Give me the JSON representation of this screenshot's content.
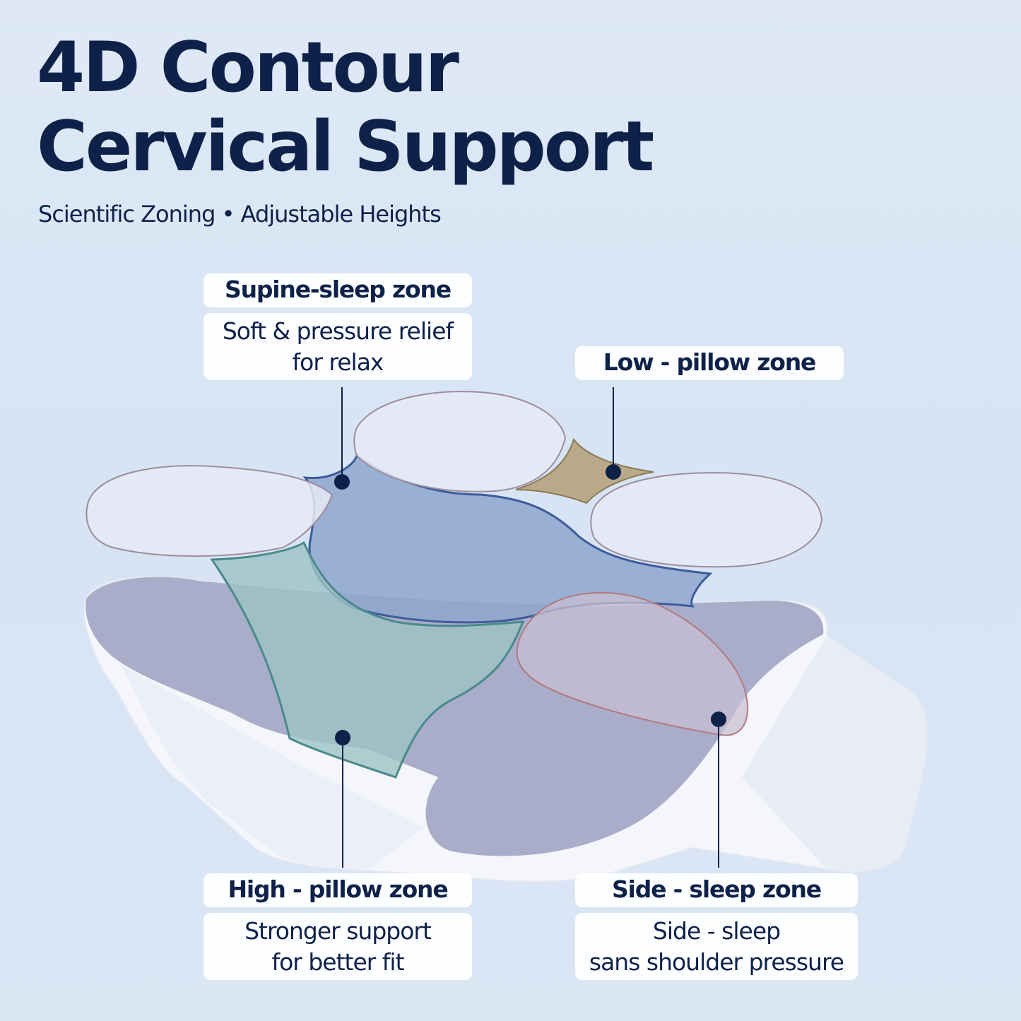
{
  "header": {
    "title_line1": "4D Contour",
    "title_line2": "Cervical Support",
    "subtitle": "Scientific Zoning • Adjustable Heights"
  },
  "zones": {
    "supine": {
      "title": "Supine-sleep zone",
      "desc_line1": "Soft & pressure relief",
      "desc_line2": "for relax"
    },
    "low_pillow": {
      "title": "Low - pillow zone"
    },
    "high_pillow": {
      "title": "High - pillow zone",
      "desc_line1": "Stronger support",
      "desc_line2": "for better fit"
    },
    "side_sleep": {
      "title": "Side - sleep zone",
      "desc_line1": "Side - sleep",
      "desc_line2": "sans shoulder pressure"
    }
  },
  "colors": {
    "navy": "#0e2149",
    "pillow_body": "#a9adc9",
    "supine_zone": "#8fa6ce",
    "low_zone": "#b8a98a",
    "high_zone": "#9cc3c4",
    "side_zone": "#c8bfd2",
    "foam_white": "#f4f6fb"
  },
  "icons": [
    "pillow-illustration",
    "marker-dot"
  ]
}
